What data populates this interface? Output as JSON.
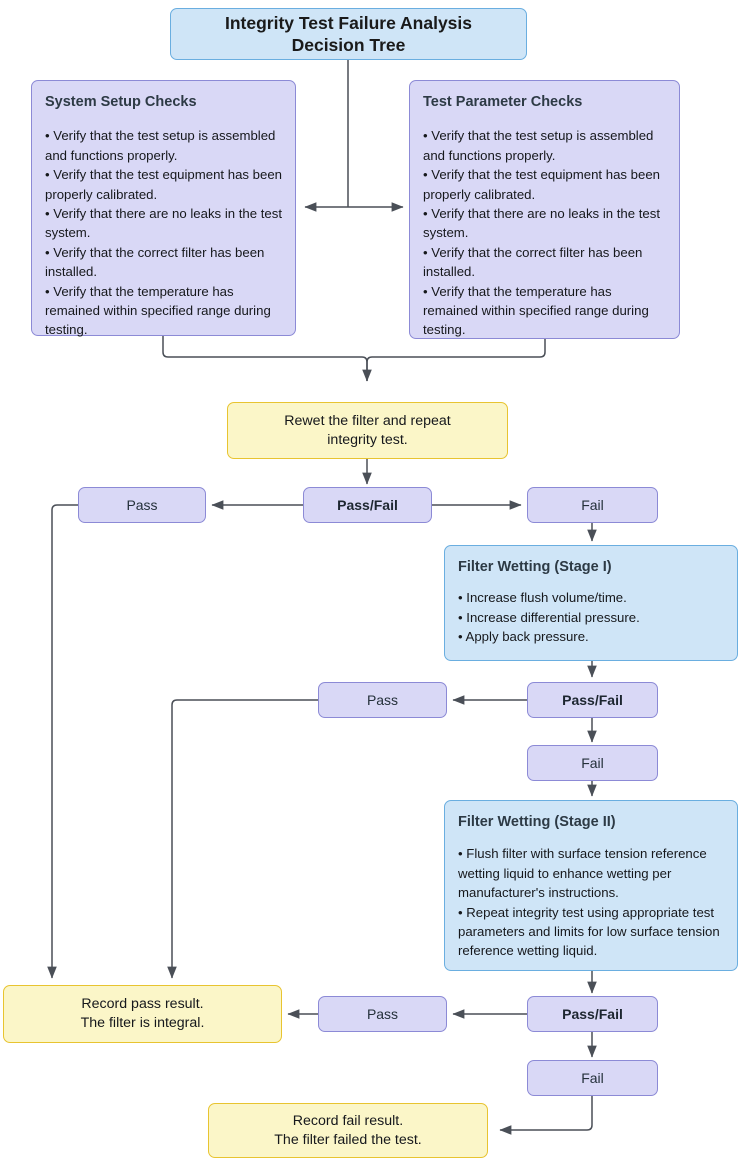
{
  "diagram": {
    "title": "Integrity Test Failure Analysis Decision Tree",
    "title_line1": "Integrity Test Failure Analysis",
    "title_line2": "Decision Tree",
    "colors": {
      "blue_fill": "#cfe5f7",
      "blue_stroke": "#6aaee0",
      "lavender_fill": "#d9d8f6",
      "lavender_stroke": "#8c8ad6",
      "yellow_fill": "#fbf6c8",
      "yellow_stroke": "#e8c430",
      "connector": "#4a4f57",
      "text": "#16181c",
      "heading_text": "#2d3a45"
    }
  },
  "system_setup_checks": {
    "heading": "System Setup Checks",
    "bullets": [
      "• Verify that the test setup is assembled and functions properly.",
      "• Verify that the test equipment has been properly calibrated.",
      "• Verify that there are no leaks in the test system.",
      "• Verify that the correct filter has been installed.",
      "• Verify that the temperature has remained within specified range during testing."
    ]
  },
  "test_parameter_checks": {
    "heading": "Test Parameter Checks",
    "bullets": [
      "• Verify that the test setup is assembled and functions properly.",
      "• Verify that the test equipment has been properly calibrated.",
      "• Verify that there are no leaks in the test system.",
      "• Verify that the correct filter has been installed.",
      "• Verify that the temperature has remained within specified range during testing."
    ]
  },
  "rewet_step": {
    "line1": "Rewet the filter and repeat",
    "line2": "integrity test."
  },
  "decision_1": {
    "label": "Pass/Fail",
    "pass_label": "Pass",
    "fail_label": "Fail"
  },
  "filter_wetting_stage_1": {
    "heading": "Filter Wetting (Stage I)",
    "bullets": [
      "• Increase flush volume/time.",
      "• Increase differential pressure.",
      "• Apply back pressure."
    ]
  },
  "decision_2": {
    "label": "Pass/Fail",
    "pass_label": "Pass",
    "fail_label": "Fail"
  },
  "filter_wetting_stage_2": {
    "heading": "Filter Wetting (Stage II)",
    "bullets": [
      "• Flush filter with surface tension reference wetting liquid to enhance wetting per manufacturer's instructions.",
      "• Repeat integrity test using appropriate test parameters and limits for low surface tension reference wetting liquid."
    ]
  },
  "decision_3": {
    "label": "Pass/Fail",
    "pass_label": "Pass",
    "fail_label": "Fail"
  },
  "result_pass": {
    "line1": "Record pass result.",
    "line2": "The filter is integral."
  },
  "result_fail": {
    "line1": "Record fail result.",
    "line2": "The filter failed the test."
  }
}
